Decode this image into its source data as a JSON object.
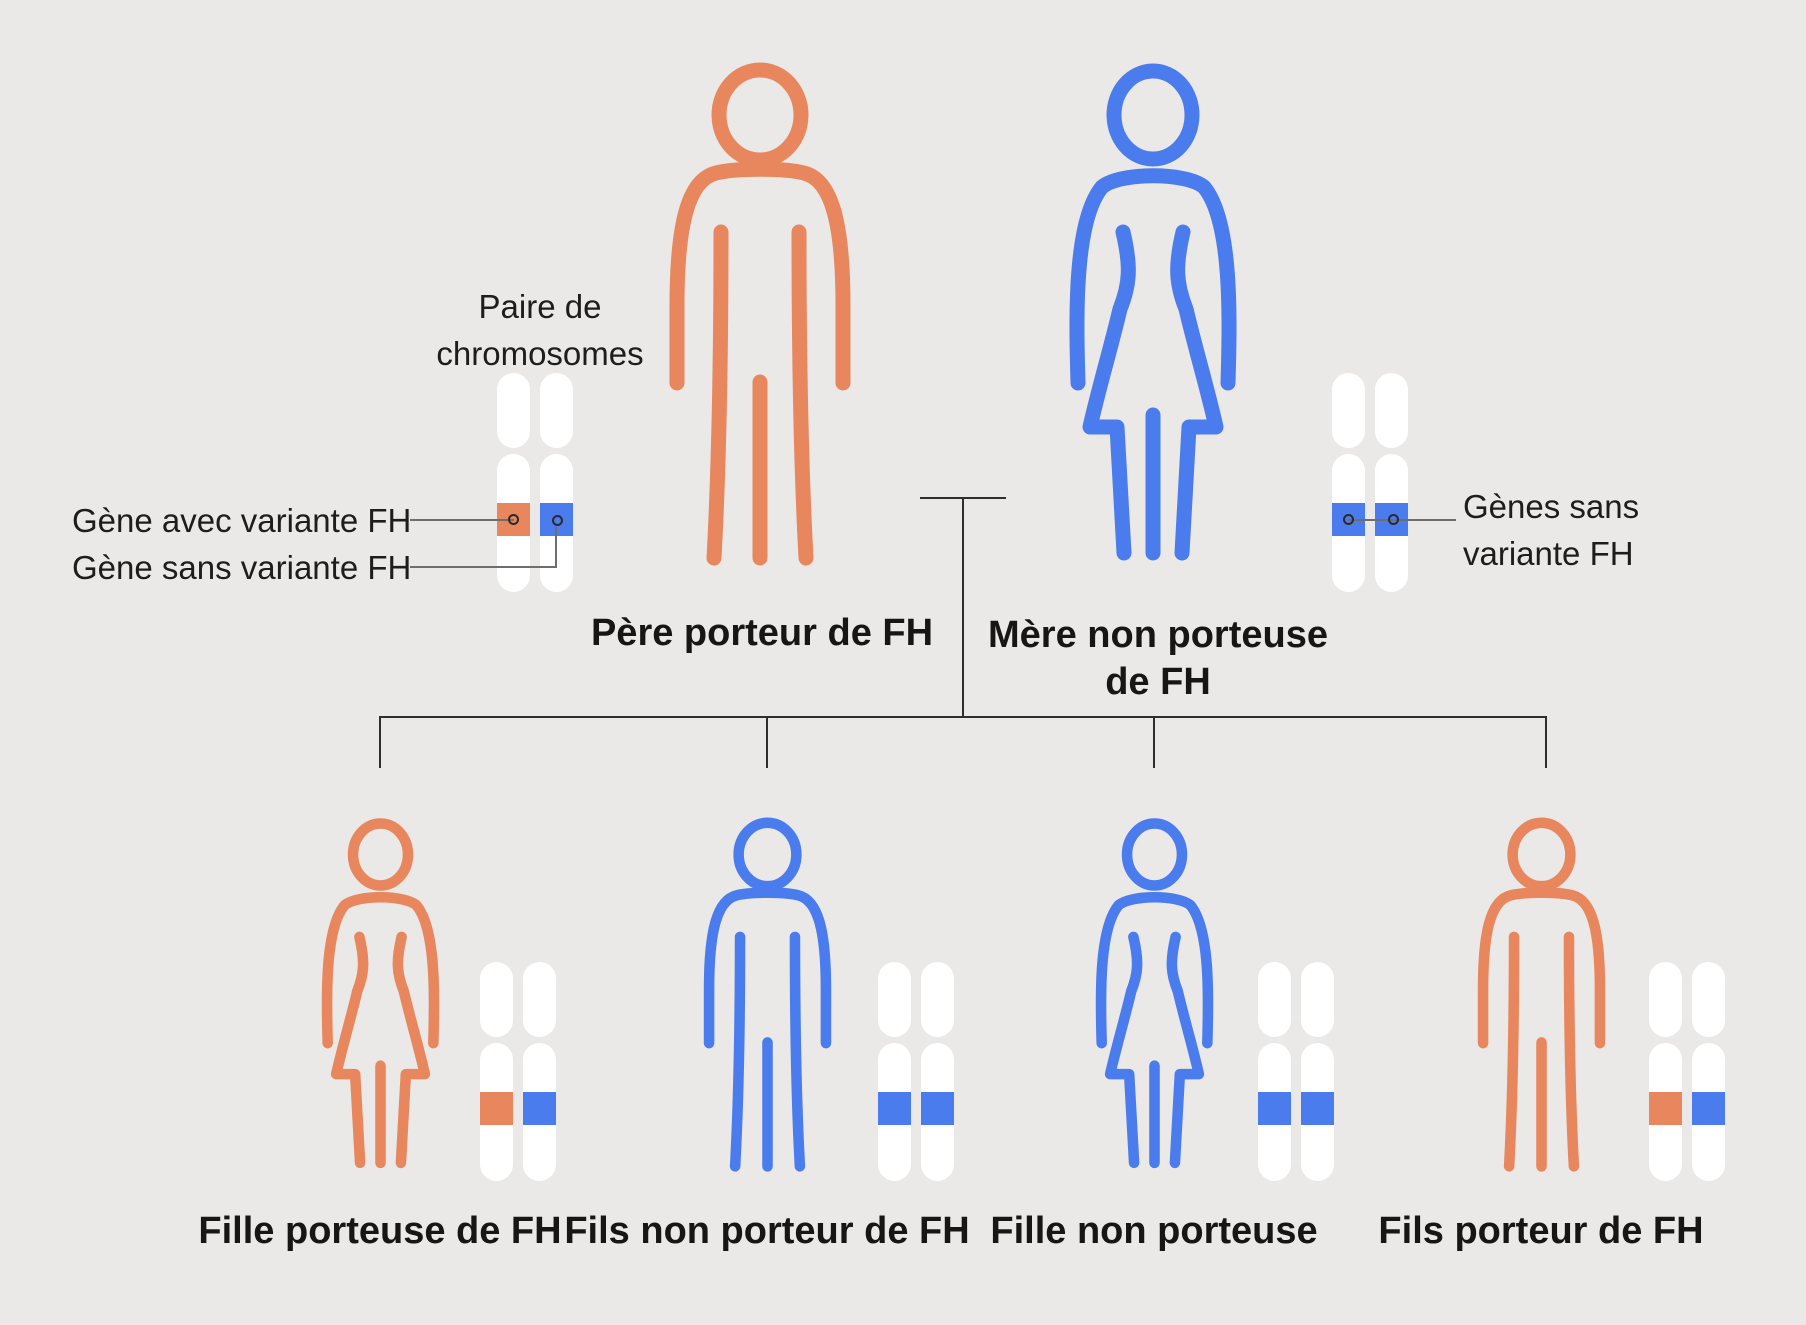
{
  "colors": {
    "background": "#eae9e7",
    "orange": "#e8875e",
    "blue": "#4b7cee",
    "chromosome": "#ffffff",
    "text": "#1d1d1d",
    "tree_line": "#2e2e2e",
    "leader_line": "#6e6e6e"
  },
  "legend": {
    "pair_label": "Paire de\nchromosomes",
    "gene_with_label": "Gène avec variante FH",
    "gene_without_label": "Gène sans variante FH",
    "genes_without_label": "Gènes sans\nvariante FH"
  },
  "parents": [
    {
      "label": "Père porteur de FH",
      "sex": "male",
      "figure_color": "orange",
      "genes": [
        "orange",
        "blue"
      ]
    },
    {
      "label": "Mère non porteuse\nde FH",
      "sex": "female",
      "figure_color": "blue",
      "genes": [
        "blue",
        "blue"
      ]
    }
  ],
  "children": [
    {
      "label": "Fille porteuse de FH",
      "sex": "female",
      "figure_color": "orange",
      "genes": [
        "orange",
        "blue"
      ]
    },
    {
      "label": "Fils non porteur de FH",
      "sex": "male",
      "figure_color": "blue",
      "genes": [
        "blue",
        "blue"
      ]
    },
    {
      "label": "Fille non porteuse",
      "sex": "female",
      "figure_color": "blue",
      "genes": [
        "blue",
        "blue"
      ]
    },
    {
      "label": "Fils porteur de FH",
      "sex": "male",
      "figure_color": "orange",
      "genes": [
        "orange",
        "blue"
      ]
    }
  ]
}
